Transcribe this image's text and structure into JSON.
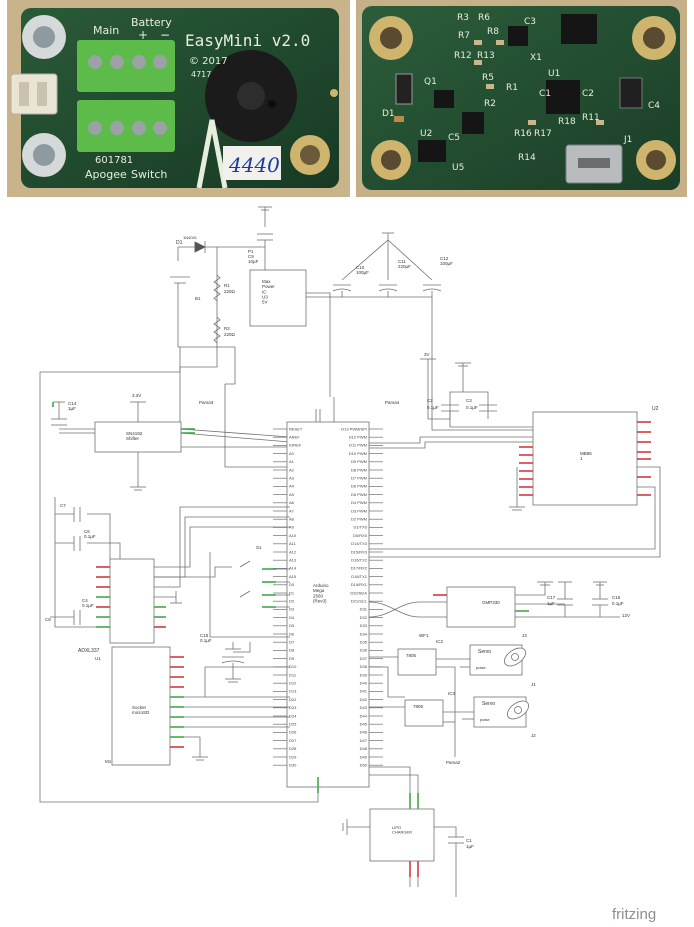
{
  "photo_left": {
    "board_name": "EasyMini v2.0",
    "year": "© 2017",
    "serial": "4717",
    "handwritten_number": "4440",
    "terminal_labels": {
      "main": "Main",
      "battery": "Battery",
      "plus": "+",
      "minus": "−",
      "apogee": "Apogee",
      "switch": "Switch"
    },
    "inverted_text": "601781"
  },
  "photo_right": {
    "designators": [
      "R3",
      "R6",
      "C3",
      "R7",
      "R8",
      "R12",
      "R13",
      "X1",
      "U1",
      "C1",
      "C2",
      "R5",
      "R1",
      "Q1",
      "R2",
      "D1",
      "U2",
      "C5",
      "R16",
      "R17",
      "R18",
      "R11",
      "C4",
      "J1",
      "U5",
      "R14"
    ]
  },
  "schematic": {
    "parts": {
      "d1": "D1",
      "d1_sub": "1N4001",
      "c9": "C9",
      "c9_val": "10µF",
      "p1": "P1",
      "b1": "B1",
      "r1": "R1",
      "r1_val": "220Ω",
      "r2": "R2",
      "r2_val": "220Ω",
      "max": "Max\nPower\nIC\nU3\n5V",
      "c10": "C10",
      "c10_val": "100µF",
      "c11": "C11",
      "c11_val": "220µF",
      "c12": "C12",
      "c12_val": "100µF",
      "c14": "C14",
      "c14_val": "1µF",
      "u5_val": "3.3V",
      "shifter": "SN4192\nShifter",
      "parsa3": "Parsa3",
      "parsa4": "Parsa4",
      "rail_3v": "3V",
      "c2": "C2",
      "c2_val": "0.1µF",
      "c3": "C3",
      "c3_val": "0.1µF",
      "u2": "U2",
      "mb": "MB85\n1",
      "arduino": "Arduino\nMega\n2560\n(Rev3)",
      "s1": "S1",
      "c7": "C7",
      "c6": "C6",
      "c6_val": "0.1µF",
      "c4": "C4",
      "c4_val": "0.1µF",
      "c8": "C8",
      "u1": "U1",
      "adxl": "ADXL337",
      "c15": "C15",
      "c15_val": "0.1µF",
      "socket": "Socket\nmicroSD",
      "m1": "M1",
      "gps": "GMP330",
      "c17": "C17",
      "c17_val": "1µF",
      "c16": "C16",
      "c16_val": "0.1µF",
      "j3": "J3",
      "rail_12v": "12V",
      "ic2": "IC2",
      "ic3": "IC3",
      "reg1": "7805",
      "reg2": "7805",
      "servo1": "Servo",
      "servo2": "Servo",
      "pulse": "pulse",
      "j1": "J1",
      "j2": "J2",
      "parsa2": "Parsa2",
      "wpr": "WF1",
      "c1": "C1",
      "c1_val": "1µF",
      "bottom_ic": "LIPO\nCHARGER"
    },
    "pin_labels_left": [
      "RESET",
      "AREF",
      "IOREF",
      "A0",
      "A1",
      "A2",
      "A3",
      "A4",
      "A5",
      "A6",
      "A7",
      "A8",
      "A9",
      "A10",
      "A11",
      "A12",
      "A13",
      "A14",
      "A15",
      "D0",
      "D1",
      "D2",
      "D3",
      "D4",
      "D5",
      "D6",
      "D7",
      "D8",
      "D9",
      "D10",
      "D11",
      "D12",
      "D13",
      "D22",
      "D23",
      "D24",
      "D25",
      "D26",
      "D27",
      "D28",
      "D29",
      "D30"
    ],
    "pin_labels_right": [
      "D13 PWM/SPI",
      "D12 PWM",
      "D11 PWM",
      "D10 PWM",
      "D9 PWM",
      "D8 PWM",
      "D7 PWM",
      "D6 PWM",
      "D5 PWM",
      "D4 PWM",
      "D3 PWM",
      "D2 PWM",
      "D1/TX0",
      "D0/RX0",
      "D14/TX3",
      "D15/RX3",
      "D16/TX2",
      "D17/RX2",
      "D18/TX1",
      "D19/RX1",
      "D20/SDA",
      "D21/SCL",
      "D31",
      "D32",
      "D33",
      "D34",
      "D35",
      "D36",
      "D37",
      "D38",
      "D39",
      "D40",
      "D41",
      "D42",
      "D43",
      "D44",
      "D45",
      "D46",
      "D47",
      "D48",
      "D49",
      "D50"
    ],
    "brand": "fritzing"
  },
  "colors": {
    "pcb": "#1f4a2e",
    "terminal": "#5dbb4a",
    "wire": "#6e6e6e",
    "pin_red": "#d23b3b",
    "pin_green": "#3fa84a"
  }
}
